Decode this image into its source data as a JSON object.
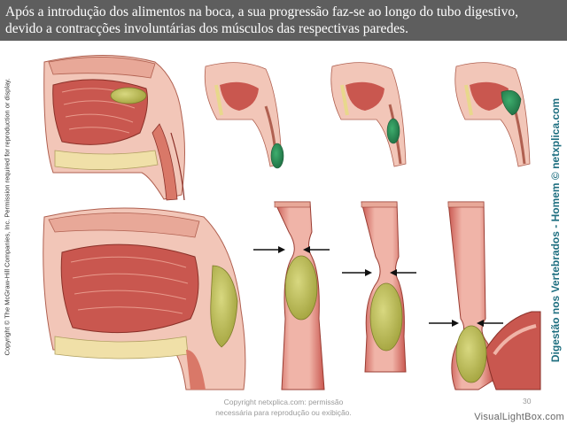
{
  "header": {
    "line1": "Após a introdução dos alimentos na boca, a sua progressão faz-se ao longo do tubo digestivo,",
    "line2": "devido a contracções involuntárias dos músculos das respectivas paredes."
  },
  "side_left_text": "Copyright © The McGraw-Hill Companies, Inc. Permission required for reproduction or display.",
  "side_right_text": "Digestão nos Vertebrados - Homem © netxplica.com",
  "footer": {
    "line1": "Copyright netxplica.com: permissão",
    "line2": "necessária para reprodução ou exibição."
  },
  "slide_number": "30",
  "watermark": "VisualLightBox.com",
  "colors": {
    "header_bg": "#5e5e5e",
    "flesh": "#e8a898",
    "muscle": "#c9574f",
    "bolus_green": "#2e8b57",
    "bolus_yellow": "#b8b84a",
    "side_text": "#1f6f80"
  },
  "icons": {
    "constriction_arrow": "arrow-icon"
  }
}
